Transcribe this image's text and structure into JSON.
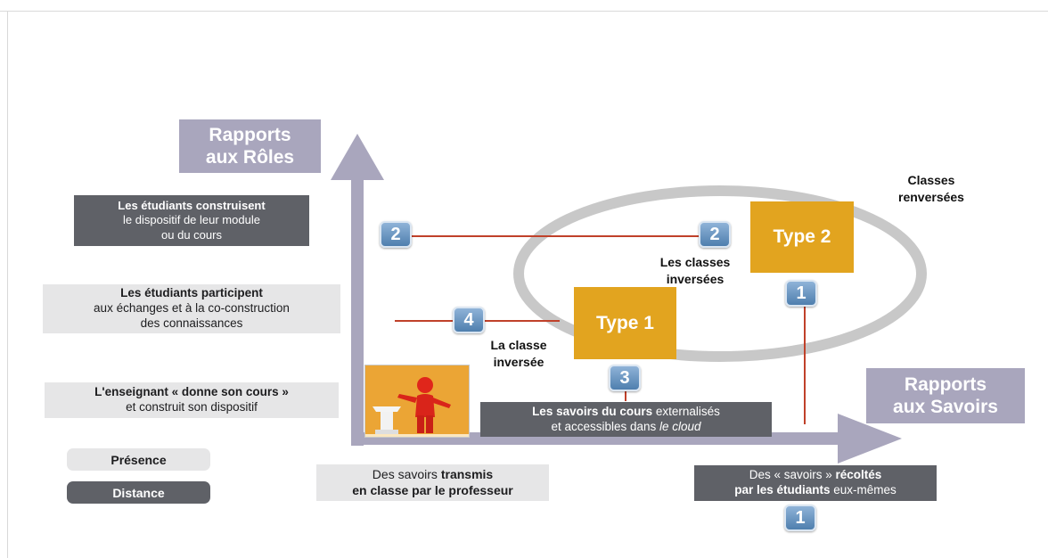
{
  "axes": {
    "roles_title": [
      "Rapports",
      "aux Rôles"
    ],
    "savoirs_title": [
      "Rapports",
      "aux Savoirs"
    ]
  },
  "roles_levels": {
    "construct": {
      "bold": "Les étudiants construisent",
      "rest": [
        "le dispositif de leur module",
        "ou du cours"
      ]
    },
    "participate": {
      "bold": "Les étudiants participent",
      "rest": [
        "aux échanges et à la co-construction",
        "des connaissances"
      ]
    },
    "teacher": {
      "bold": "L'enseignant « donne son cours »",
      "rest": [
        "et construit son dispositif"
      ]
    }
  },
  "legend": {
    "presence": "Présence",
    "distance": "Distance"
  },
  "savoirs_levels": {
    "transmis": {
      "pre": "Des savoirs ",
      "bold": "transmis",
      "line2": "en classe par le professeur"
    },
    "cloud": {
      "bold": "Les savoirs du cours",
      "rest": " externalisés",
      "line2_pre": "et accessibles dans ",
      "line2_italic": "le cloud"
    },
    "recoltes": {
      "pre": "Des « savoirs » ",
      "bold": "récoltés",
      "line2_bold": "par les étudiants",
      "line2_rest": " eux-mêmes"
    }
  },
  "types": {
    "type1": "Type 1",
    "type2": "Type 2"
  },
  "labels": {
    "classe_inversee": [
      "La classe",
      "inversée"
    ],
    "classes_inversees": [
      "Les classes",
      "inversées"
    ],
    "classes_renversees": [
      "Classes",
      "renversées"
    ]
  },
  "badges": {
    "roles_2": "2",
    "ring_2": "2",
    "ring_1": "1",
    "level_4": "4",
    "level_3": "3",
    "axis_1": "1"
  },
  "colors": {
    "axis": "#a9a6bd",
    "type": "#e2a41f",
    "dark_box": "#5f6167",
    "light_box": "#e6e6e7",
    "link_line": "#c0412a",
    "ring": "#c8c8c8"
  }
}
